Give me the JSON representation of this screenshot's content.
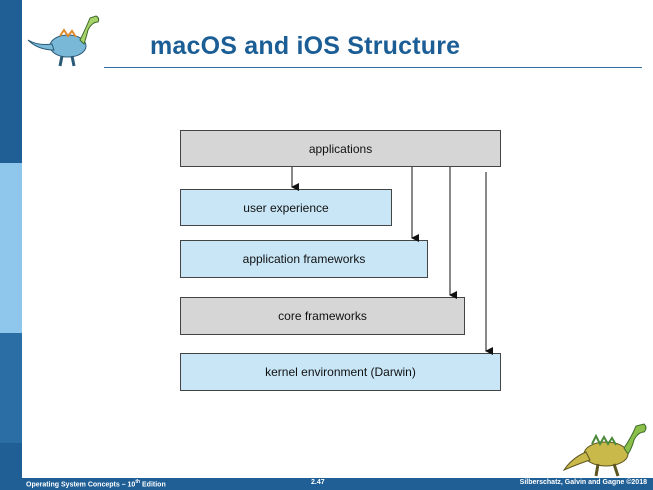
{
  "slide": {
    "title": "macOS and iOS Structure",
    "colors": {
      "header_blue": "#1b5e96",
      "box_gray": "#d6d6d6",
      "box_blue": "#c8e6f6",
      "sidebar_blue": "#1f5f96"
    }
  },
  "diagram": {
    "layers": [
      {
        "label": "applications",
        "fill": "gray"
      },
      {
        "label": "user experience",
        "fill": "blue"
      },
      {
        "label": "application frameworks",
        "fill": "blue"
      },
      {
        "label": "core frameworks",
        "fill": "gray"
      },
      {
        "label": "kernel environment (Darwin)",
        "fill": "blue"
      }
    ]
  },
  "footer": {
    "left": "Operating System Concepts – 10",
    "left_sup": "th",
    "left_tail": " Edition",
    "center": "2.47",
    "right": "Silberschatz, Galvin and Gagne ©2018"
  },
  "icons": {
    "header_logo": "dinosaur-icon",
    "footer_logo": "dinosaur-icon"
  }
}
